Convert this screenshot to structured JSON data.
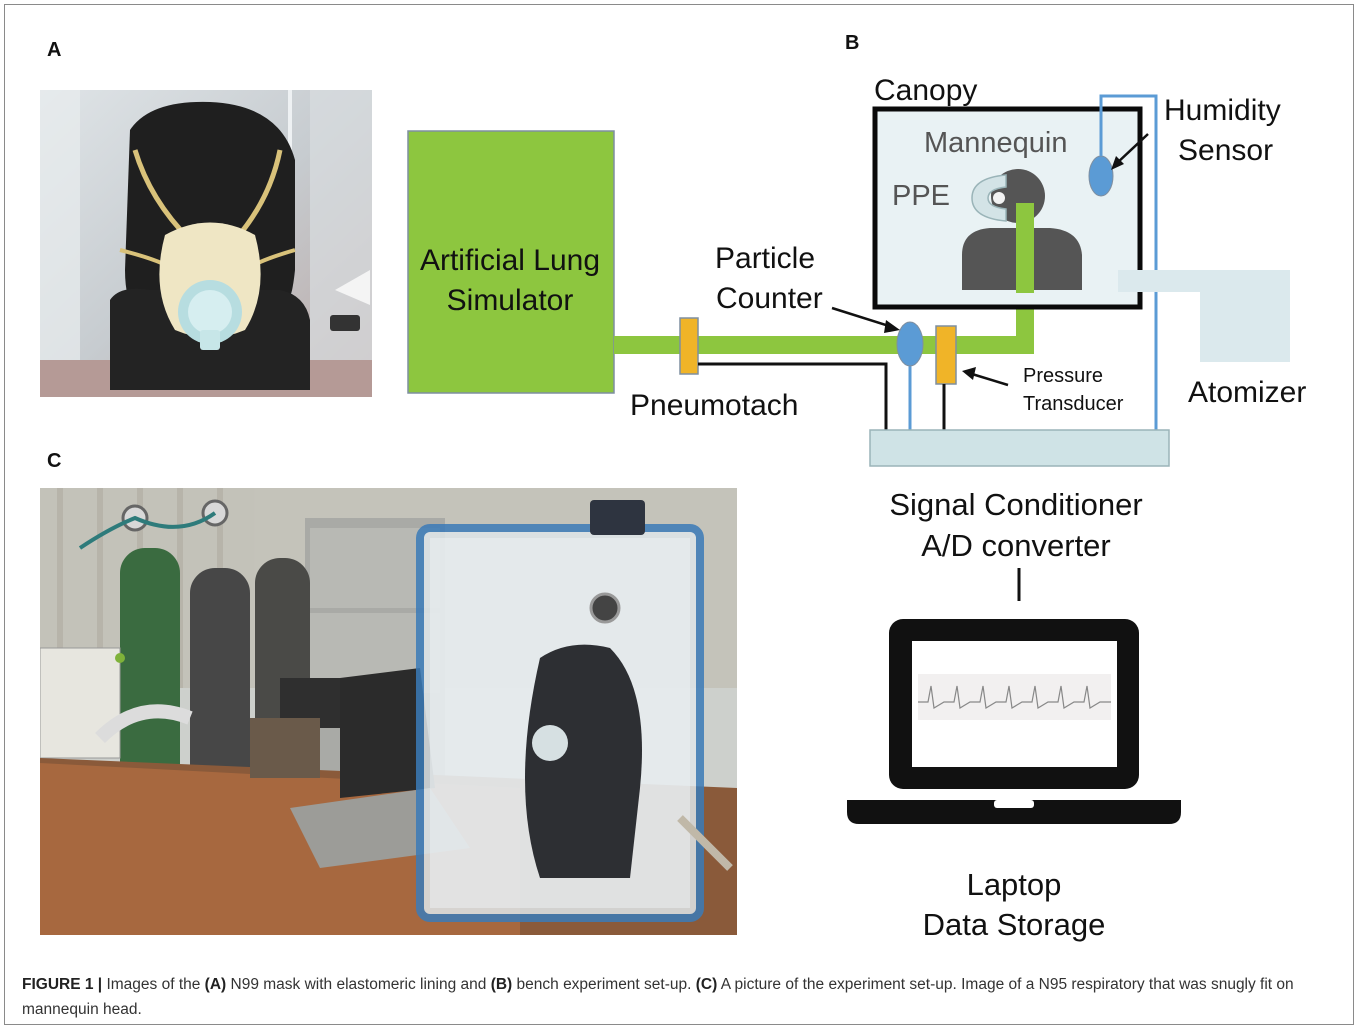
{
  "figure": {
    "panel_a": "A",
    "panel_b": "B",
    "panel_c": "C",
    "photo_a_description_hidden": "",
    "diagram": {
      "lung_simulator_line1": "Artificial Lung",
      "lung_simulator_line2": "Simulator",
      "pneumotach": "Pneumotach",
      "particle_counter_line1": "Particle",
      "particle_counter_line2": "Counter",
      "canopy": "Canopy",
      "mannequin": "Mannequin",
      "ppe": "PPE",
      "humidity_sensor_line1": "Humidity",
      "humidity_sensor_line2": "Sensor",
      "atomizer": "Atomizer",
      "pressure_transducer_line1": "Pressure",
      "pressure_transducer_line2": "Transducer",
      "signal_conditioner_line1": "Signal Conditioner",
      "signal_conditioner_line2": "A/D converter",
      "laptop_line1": "Laptop",
      "laptop_line2": "Data Storage"
    },
    "colors": {
      "lung_green": "#8dc63f",
      "tube_green": "#8dc63f",
      "sensor_orange": "#f0b428",
      "sensor_blue": "#5b9bd5",
      "wire_blue": "#5b9bd5",
      "canopy_bg": "#e9f2f4",
      "conditioner_bg": "#cfe3e6",
      "mannequin_grey": "#555555"
    },
    "caption": {
      "label": "FIGURE 1 |",
      "t1": " Images of the  ",
      "b1": "(A)",
      "t2": " N99 mask with elastomeric lining and ",
      "b2": "(B)",
      "t3": " bench experiment set-up. ",
      "b3": "(C)",
      "t4": " A picture of the experiment set-up. Image of a N95 respiratory that was snugly fit on mannequin head."
    }
  }
}
